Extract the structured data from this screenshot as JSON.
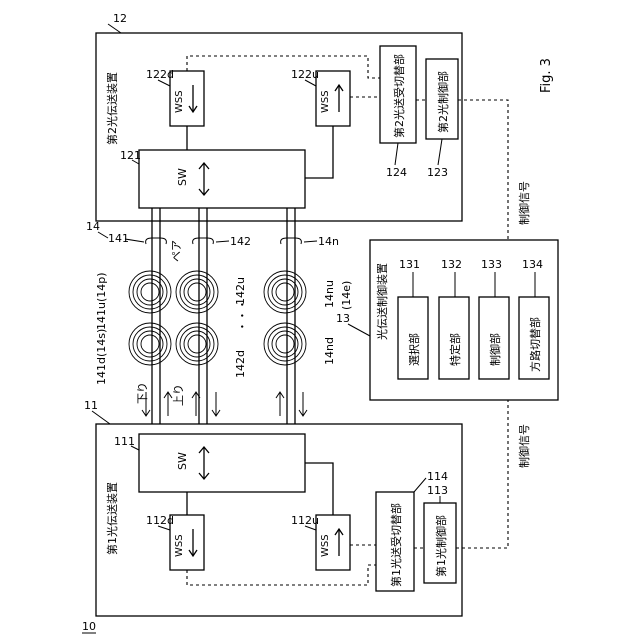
{
  "figure_label": "Fig. 3",
  "system_ref": "10",
  "device1": {
    "ref": "11",
    "title": "第1光伝送装置",
    "sw_label": "SW",
    "sw_ref": "111",
    "wss_d_label": "WSS",
    "wss_d_ref": "112d",
    "wss_u_label": "WSS",
    "wss_u_ref": "112u",
    "switcher_label": "第1光送受切替部",
    "switcher_ref": "114",
    "controller_label": "第1光制御部",
    "controller_ref": "113"
  },
  "device2": {
    "ref": "12",
    "title": "第2光伝送装置",
    "sw_label": "SW",
    "sw_ref": "121",
    "wss_d_label": "WSS",
    "wss_d_ref": "122d",
    "wss_u_label": "WSS",
    "wss_u_ref": "122u",
    "switcher_label": "第2光送受切替部",
    "switcher_ref": "124",
    "controller_label": "第2光制御部",
    "controller_ref": "123"
  },
  "control_device": {
    "ref": "13",
    "title": "光伝送制御装置",
    "units": [
      {
        "label": "選択部",
        "ref": "131"
      },
      {
        "label": "特定部",
        "ref": "132"
      },
      {
        "label": "制御部",
        "ref": "133"
      },
      {
        "label": "方路切替部",
        "ref": "134"
      }
    ]
  },
  "fibers": {
    "group_ref": "14",
    "pair_label": "ペア",
    "down_label": "下り",
    "up_label": "上り",
    "ellipsis": "・・・",
    "pairs": [
      {
        "ref": "141",
        "up_ref": "141u(14p)",
        "down_ref": "141d(14s)"
      },
      {
        "ref": "142",
        "up_ref": "142u",
        "down_ref": "142d"
      },
      {
        "ref": "14n",
        "up_ref": "14nu",
        "up_ref2": "(14e)",
        "down_ref": "14nd"
      }
    ]
  },
  "signals": {
    "control_signal_top": "制御信号",
    "control_signal_bottom": "制御信号"
  }
}
